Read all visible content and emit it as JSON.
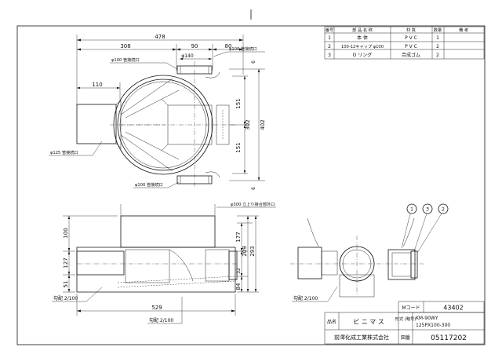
{
  "drawing": {
    "top_view": {
      "dim_overall_width": "478",
      "dim_left": "308",
      "dim_mid": "90",
      "dim_right": "80",
      "dim_140": "φ140",
      "dim_110": "110",
      "dim_height": "402",
      "dim_302": "302",
      "dim_151_top": "151",
      "dim_151_bot": "151",
      "dim_6_top": "6",
      "dim_6_bot": "6",
      "label_outlet_top_right": "φ100 管接続口",
      "label_outlet_top_left": "φ100 管接続口",
      "label_inlet_left": "φ125 管接続口",
      "label_outlet_bottom": "φ100 管接続口"
    },
    "front_view": {
      "label_riser": "φ300 立上り接合部外口",
      "dim_100": "100",
      "dim_127": "127",
      "dim_51": "51",
      "dim_177": "177",
      "dim_209": "209",
      "dim_293": "293",
      "dim_32": "32",
      "dim_84": "84",
      "dim_529": "529",
      "slope_left": "勾配 2/100",
      "slope_bottom": "勾配 2/100"
    },
    "side_view": {
      "slope_label": "勾配 2/100",
      "balloons": [
        "1",
        "3",
        "2"
      ]
    }
  },
  "parts_table": {
    "headers": [
      "番号",
      "部 品 名 称",
      "材 質",
      "数量",
      "備 考"
    ],
    "rows": [
      [
        "1",
        "本 体",
        "P V C",
        "1",
        ""
      ],
      [
        "2",
        "100-12キャップ φ100",
        "P V C",
        "2",
        ""
      ],
      [
        "3",
        "O リング",
        "合成ゴム",
        "2",
        ""
      ]
    ]
  },
  "title_block": {
    "m_code_label": "Mコード",
    "m_code_value": "43402",
    "name_label": "品名",
    "name_value": "ビ ニ マ ス",
    "model_label": "形式 (略号)",
    "model_value_1": "KM-90WY",
    "model_value_2": "125PX100-300",
    "company": "前澤化成工業株式会社",
    "number_label": "図番",
    "number_value": "05117202"
  }
}
